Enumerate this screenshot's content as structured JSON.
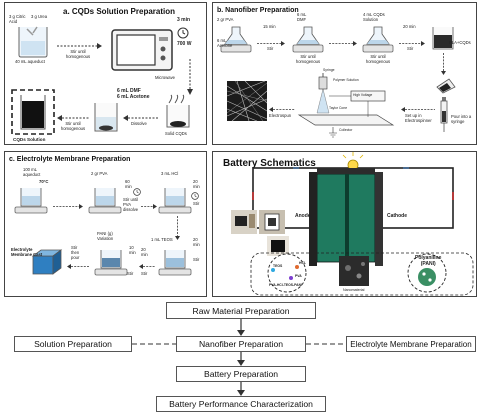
{
  "panel_a": {
    "title": "a. CQDs Solution Preparation",
    "citric_acid": "3 g Citric\nAcid",
    "urea": "3 g Urea",
    "aqueduct": "40 mL aqueduct",
    "stir_homogenous": "Stir until\nhomogenous",
    "time_3min": "3 min",
    "power": "700 W",
    "microwave": "Microwave",
    "dmf_acetone": "6 mL DMF\n6 mL Acetone",
    "stir_homogenous2": "Stir until\nhomogenous",
    "dissolve": "Dissolve",
    "cqds_solution": "CQDs Solution",
    "solid_cqds": "Solid CQDs"
  },
  "panel_b": {
    "title": "b. Nanofiber Preparation",
    "pvs": "2 gr PVA",
    "acetone": "6 mL\nAcetone",
    "t15": "15 min",
    "stir1": "Stir",
    "dmf": "6 mL\nDMF",
    "stir_homog": "Stir until\nhomogenous",
    "cqds_sol": "4 mL CQDs\nSolution",
    "stir_homog2": "Stir until\nhomogenous",
    "t20": "20 min",
    "stir2": "Stir",
    "pla_cqds": "PLA+CQDs",
    "pour_syringe": "Pour into a\nsyringe",
    "setup": "Set up in\nElectrospinner",
    "electrospun": "Electrospun",
    "syringe": "Syringe",
    "polymer_solution": "Polymer Solution",
    "high_voltage": "High Voltage",
    "taylor": "Taylor Cone",
    "collector": "Collector"
  },
  "panel_c": {
    "title": "c. Electrolyte Membrane Preparation",
    "aqueduct": "100 mL\naqueduct",
    "temp": "70°C",
    "pva": "2 gr PVA",
    "t60": "60\nmin",
    "stir_pva": "Stir until\nPVA\ndissolve",
    "hcl": "3 mL HCl",
    "t20a": "20\nmin",
    "stir_a": "Stir",
    "pani": "PANI (g)\nVariation",
    "t10": "10\nmin",
    "stir_b": "Stir",
    "teos": "1 mL TEOS",
    "t20b": "20\nmin",
    "stir_c": "Stir",
    "membrane_cast": "Electrolyte\nMembrane Cast",
    "stir_pour": "Stir\nthen\npour",
    "t20c": "20\nmin",
    "stir_d": "Stir"
  },
  "panel_d": {
    "title": "Battery Schematics",
    "anode": "Anode",
    "cathode": "Cathode",
    "polyaniline": "Polyaniline\n(PANI)",
    "nanomaterial": "Nanomaterial",
    "chem_labels": [
      "TEOS",
      "HCL",
      "PVA",
      "PVA-HCl-TEOS-PANI"
    ]
  },
  "flow": {
    "raw": "Raw Material Preparation",
    "solution": "Solution Preparation",
    "nanofiber": "Nanofiber Preparation",
    "electrolyte": "Electrolyte Membrane Preparation",
    "battery": "Battery Preparation",
    "characterization": "Battery Performance Characterization"
  }
}
